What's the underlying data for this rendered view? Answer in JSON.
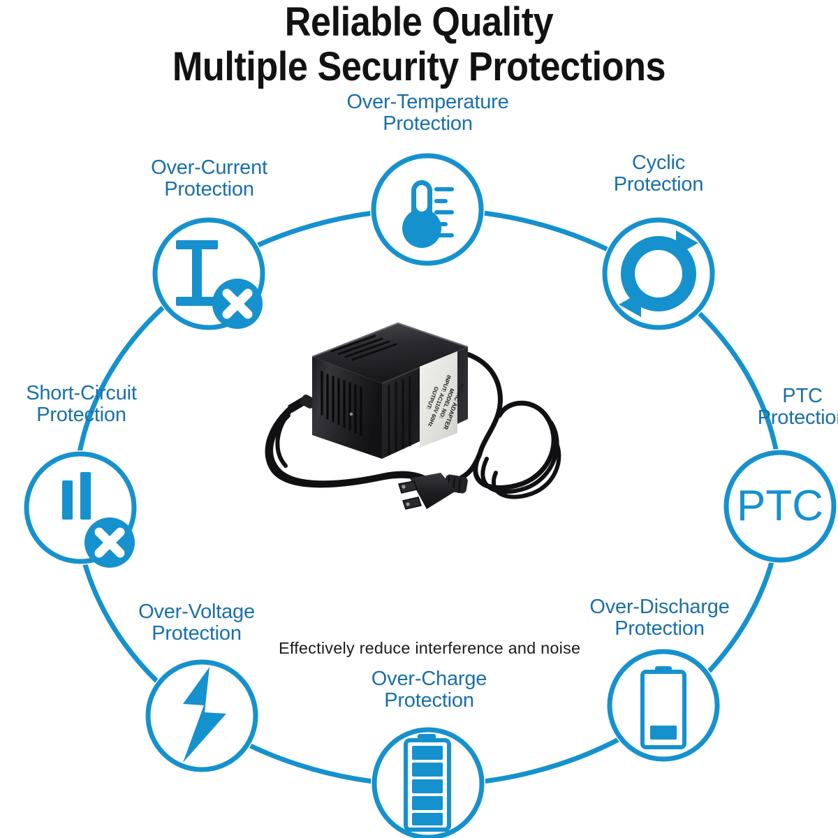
{
  "headline": {
    "line1": "Reliable Quality",
    "line2": "Multiple Security Protections"
  },
  "caption": {
    "text": "Effectively reduce interference and noise"
  },
  "colors": {
    "icon_blue": "#1591CE",
    "text_blue": "#1870A9",
    "ring_blue": "#1591CE",
    "headline_black": "#121212",
    "background": "#FFFFFF"
  },
  "product": {
    "label_lines": [
      "AC-AC ADAPTER",
      "MODEL NO:",
      "INPUT: AC110V 60Hz",
      "OUTPUT:"
    ],
    "alt": "Black AC-AC power adapter with coiled cord and US two-prong plug"
  },
  "protections": [
    {
      "id": "over-temperature",
      "label": "Over-Temperature\nProtection",
      "icon": "thermometer-icon"
    },
    {
      "id": "cyclic",
      "label": "Cyclic\nProtection",
      "icon": "cyclic-arrows-icon"
    },
    {
      "id": "ptc",
      "label": "PTC\nProtection",
      "icon": "ptc-text-icon",
      "icon_text": "PTC"
    },
    {
      "id": "over-discharge",
      "label": "Over-Discharge\nProtection",
      "icon": "battery-low-icon"
    },
    {
      "id": "over-charge",
      "label": "Over-Charge\nProtection",
      "icon": "battery-full-icon"
    },
    {
      "id": "over-voltage",
      "label": "Over-Voltage\nProtection",
      "icon": "lightning-bolt-icon"
    },
    {
      "id": "short-circuit",
      "label": "Short-Circuit\nProtection",
      "icon": "short-circuit-bars-x-icon"
    },
    {
      "id": "over-current",
      "label": "Over-Current\nProtection",
      "icon": "current-i-x-icon"
    }
  ]
}
